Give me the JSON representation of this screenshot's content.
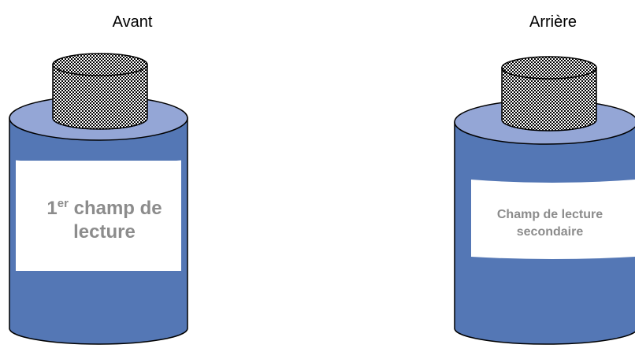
{
  "front": {
    "title": "Avant",
    "label_prefix": "1",
    "label_sup": "er",
    "label_line1_rest": " champ de",
    "label_line2": "lecture"
  },
  "back": {
    "title": "Arrière",
    "label_line1": "Champ de lecture",
    "label_line2": "secondaire"
  },
  "colors": {
    "body": "#5477b5",
    "top_face": "#94a6d6",
    "outline": "#000000",
    "label_bg": "#ffffff",
    "label_text": "#8c8c8c"
  }
}
